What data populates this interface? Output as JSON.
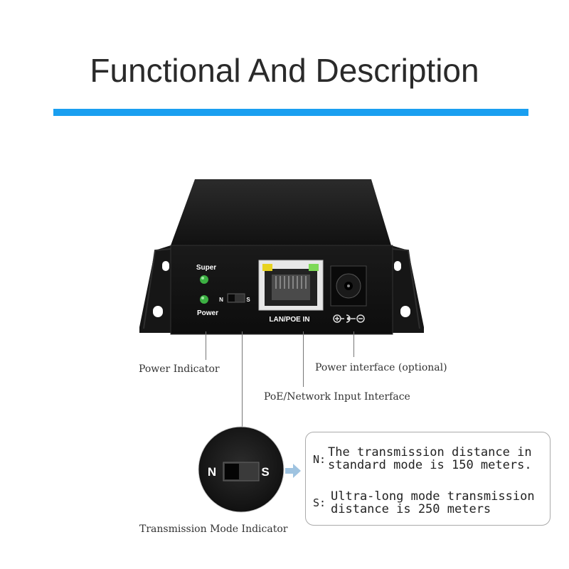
{
  "header": {
    "title": "Functional And Description"
  },
  "device": {
    "led_top_label": "Super",
    "led_bottom_label": "Power",
    "switch_left": "N",
    "switch_right": "S",
    "port_label": "LAN/POE IN"
  },
  "callouts": {
    "power_indicator": "Power Indicator",
    "power_interface": "Power interface (optional)",
    "poe_input": "PoE/Network Input Interface",
    "mode_indicator": "Transmission Mode Indicator"
  },
  "zoom": {
    "left": "N",
    "right": "S"
  },
  "modes": [
    {
      "key": "N:",
      "line1": "The transmission distance in",
      "line2": "standard mode is 150 meters."
    },
    {
      "key": "S:",
      "line1": "Ultra-long mode transmission",
      "line2": "distance is 250 meters"
    }
  ],
  "colors": {
    "accent": "#1a9ff0",
    "device": "#1c1c1c",
    "led": "#3cb043"
  }
}
